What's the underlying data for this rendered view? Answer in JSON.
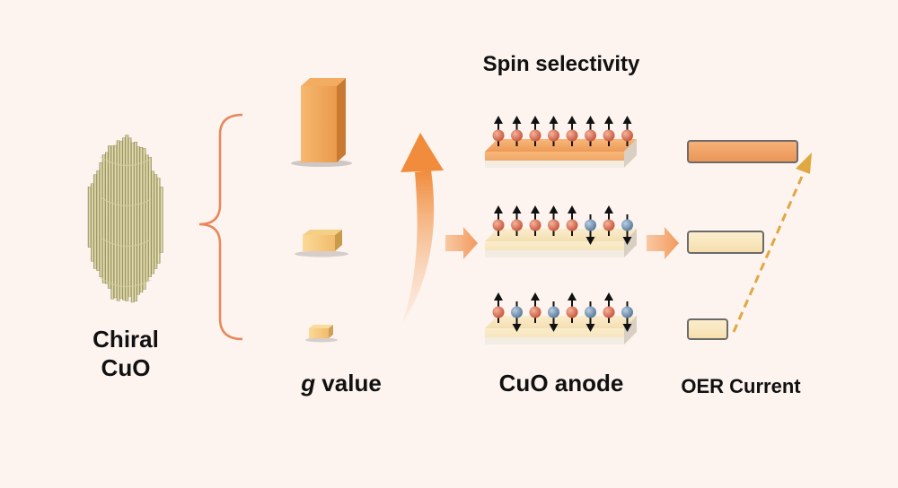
{
  "labels": {
    "chiral_line1": "Chiral",
    "chiral_line2": "CuO",
    "g_symbol": "g",
    "g_rest": " value",
    "spin_selectivity": "Spin selectivity",
    "cuo_anode": "CuO anode",
    "oer_current": "OER Current"
  },
  "colors": {
    "background": "#fdf3ef",
    "orange": "#f0a25a",
    "light_yellow": "#f8e6be",
    "spin_up_ball": "#d9694a",
    "spin_down_ball": "#6f8fb0",
    "bracket": "#e8875a",
    "dashed_arrow": "#e0a840"
  },
  "anodes": [
    {
      "row": "top",
      "spins": [
        "up",
        "up",
        "up",
        "up",
        "up",
        "up",
        "up",
        "up"
      ]
    },
    {
      "row": "middle",
      "spins": [
        "up",
        "up",
        "up",
        "up",
        "up",
        "down",
        "up",
        "down"
      ]
    },
    {
      "row": "bottom",
      "spins": [
        "up",
        "down",
        "up",
        "down",
        "up",
        "down",
        "up",
        "down"
      ]
    }
  ]
}
